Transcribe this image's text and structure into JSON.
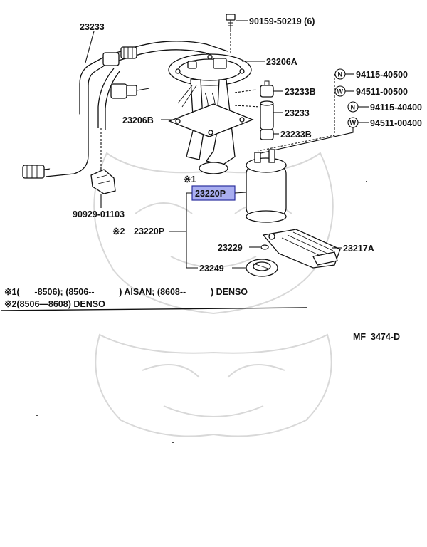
{
  "labels": {
    "hose_23233": "23233",
    "bolt_90159": "90159-50219 (6)",
    "gasket_23206A": "23206A",
    "clamp_23233B_top": "23233B",
    "hose_23233_small": "23233",
    "clamp_23233B_bottom": "23233B",
    "bracket_23206B": "23206B",
    "clip_90929": "90929-01103",
    "pump_23220P_highlight": "23220P",
    "pump_23220P_assy": "23220P",
    "mark_1": "※1",
    "mark_2": "※2",
    "part_23229": "23229",
    "part_23249": "23249",
    "filter_23217A": "23217A",
    "nut_94115_40500": "94115-40500",
    "washer_94511_00500": "94511-00500",
    "nut_94115_40400": "94115-40400",
    "washer_94511_00400": "94511-00400",
    "circle_n": "N",
    "circle_w": "W"
  },
  "notes": {
    "note1": "※1(      -8506); (8506--          ) AISAN; (8608--          ) DENSO",
    "note2": "※2(8506—8608) DENSO"
  },
  "figure_code": "MF  3474-D"
}
